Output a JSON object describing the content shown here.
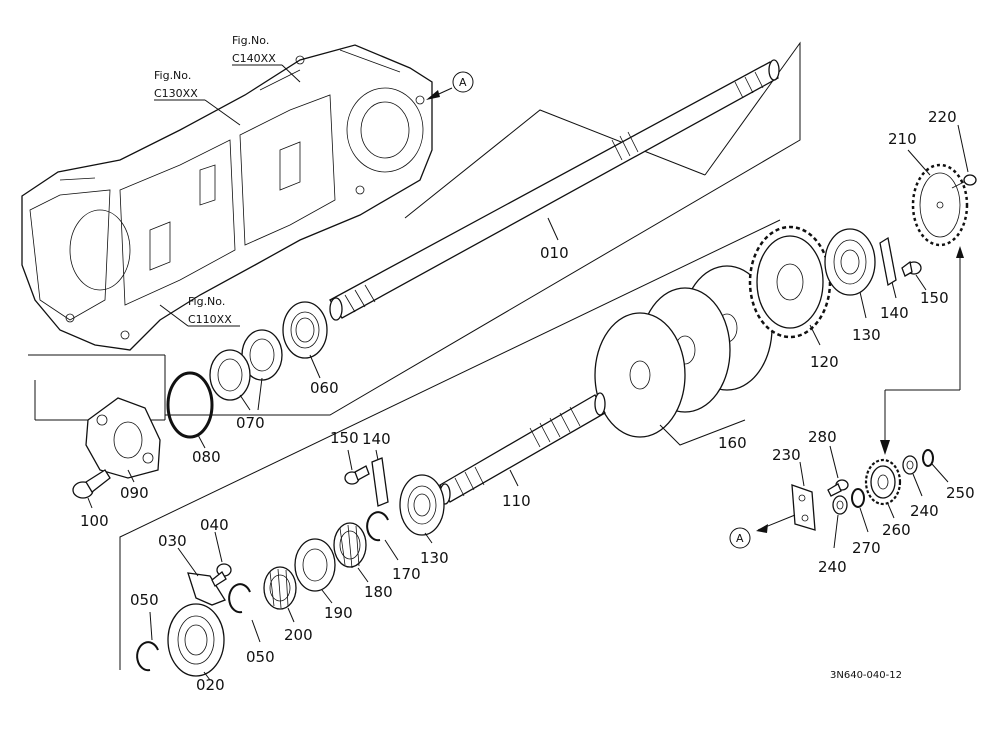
{
  "diagram": {
    "figure_refs": [
      {
        "prefix": "Fig.No.",
        "code": "C140XX"
      },
      {
        "prefix": "Fig.No.",
        "code": "C130XX"
      },
      {
        "prefix": "Fig.No.",
        "code": "C110XX"
      }
    ],
    "callouts": [
      "A",
      "A"
    ],
    "parts": [
      "010",
      "020",
      "030",
      "040",
      "050",
      "050",
      "060",
      "070",
      "080",
      "090",
      "100",
      "110",
      "120",
      "130",
      "130",
      "140",
      "140",
      "150",
      "150",
      "160",
      "170",
      "180",
      "190",
      "200",
      "210",
      "220",
      "230",
      "240",
      "240",
      "250",
      "260",
      "270",
      "280"
    ],
    "drawing_code": "3N640-040-12"
  }
}
